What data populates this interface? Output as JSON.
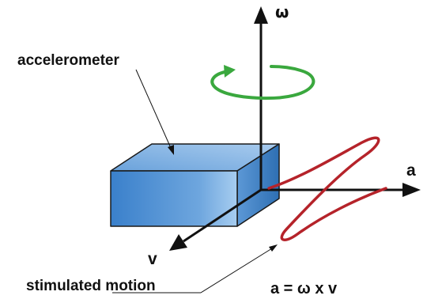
{
  "labels": {
    "accelerometer": "accelerometer",
    "omega_axis": "ω",
    "a_axis": "a",
    "v_axis": "v",
    "stimulated_motion": "stimulated motion",
    "formula": "a = ω x v"
  },
  "colors": {
    "box_front": "#3f86cf",
    "box_top": "#8ab8e6",
    "box_side": "#2e6fb3",
    "box_edge": "#1a1a1a",
    "axis": "#111111",
    "rotation_arrow": "#3aa83e",
    "motion_curve": "#b5232a"
  },
  "icons": {
    "rotation": "circular-arrow-icon",
    "motion": "figure-eight-loop-icon"
  }
}
